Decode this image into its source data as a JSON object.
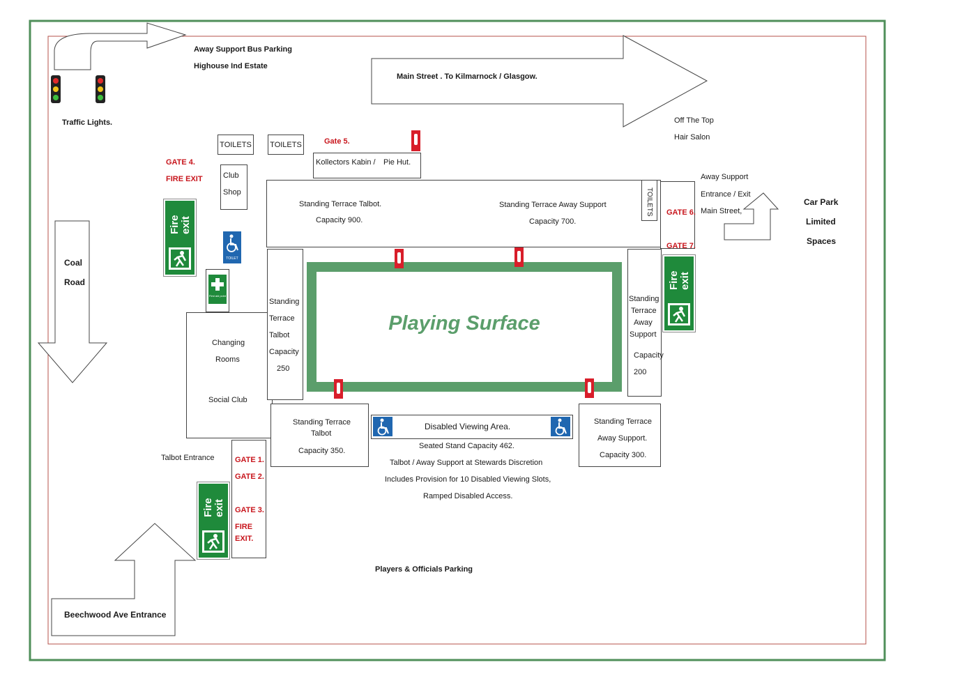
{
  "labels": {
    "bus_parking": "Away Support Bus Parking",
    "highouse": "Highouse Ind Estate",
    "main_street_arrow": "Main Street . To Kilmarnock / Glasgow.",
    "traffic_lights": "Traffic Lights.",
    "off_the_top_1": "Off The Top",
    "off_the_top_2": "Hair Salon",
    "away_entrance_1": "Away Support",
    "away_entrance_2": "Entrance / Exit",
    "away_entrance_3": "Main Street,",
    "car_park_1": "Car Park",
    "car_park_2": "Limited",
    "car_park_3": "Spaces",
    "coal_1": "Coal",
    "coal_2": "Road",
    "talbot_entrance": "Talbot Entrance",
    "beechwood": "Beechwood Ave Entrance",
    "players_parking": "Players & Officials  Parking",
    "playing_surface": "Playing Surface"
  },
  "gates": {
    "gate5": "Gate 5.",
    "gate4": "GATE 4.",
    "fire_exit_top": "FIRE EXIT",
    "gate6": "GATE 6.",
    "gate7": "GATE 7.",
    "gate1": "GATE 1.",
    "gate2": "GATE 2.",
    "gate3": "GATE 3.",
    "fire_exit_1": "FIRE",
    "fire_exit_2": "EXIT."
  },
  "facilities": {
    "toilets_1": "TOILETS",
    "toilets_2": "TOILETS",
    "toilets_vertical": "TOILETS",
    "club_shop_1": "Club",
    "club_shop_2": "Shop",
    "kabin_1": "Kollectors Kabin  /",
    "kabin_2": "Pie Hut.",
    "changing_1": "Changing",
    "changing_2": "Rooms",
    "social_club": "Social Club",
    "toilet_sign": "TOILET",
    "first_aid": "First aid point"
  },
  "stands": {
    "north_talbot_name": "Standing Terrace Talbot.",
    "north_talbot_cap": "Capacity 900.",
    "north_away_name": "Standing Terrace Away Support",
    "north_away_cap": "Capacity 700.",
    "west_lines": [
      "Standing",
      "Terrace",
      "Talbot",
      "Capacity",
      "250"
    ],
    "east_lines": [
      "Standing",
      "Terrace",
      "Away",
      "Support"
    ],
    "east_cap_1": "Capacity",
    "east_cap_2": "200",
    "sw_name_1": "Standing Terrace",
    "sw_name_2": "Talbot",
    "sw_cap": "Capacity 350.",
    "se_name_1": "Standing Terrace",
    "se_name_2": "Away Support.",
    "se_cap": "Capacity 300.",
    "disabled_area": "Disabled Viewing Area.",
    "seated_1": "Seated Stand  Capacity 462.",
    "seated_2": "Talbot / Away Support at Stewards Discretion",
    "seated_3": "Includes Provision for 10 Disabled Viewing Slots,",
    "seated_4": "Ramped Disabled Access."
  },
  "signs": {
    "fire_word_1": "Fire",
    "fire_word_2": "exit"
  },
  "colors": {
    "outer_border": "#4f8f5a",
    "inner_border": "#b5524a",
    "pitch_green": "#5b9e6b",
    "gate_red": "#c8161d",
    "sign_green": "#1f8a3b",
    "sign_blue": "#2067b0"
  }
}
